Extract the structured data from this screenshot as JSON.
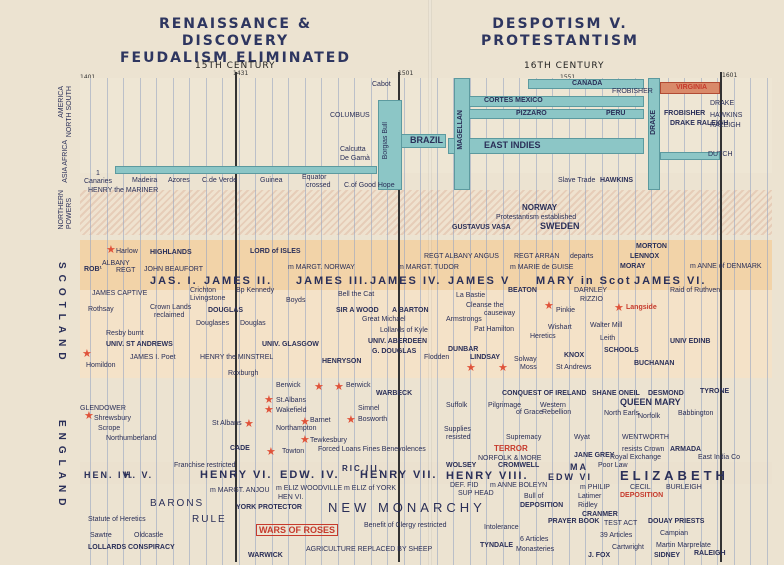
{
  "headers": {
    "left": "RENAISSANCE & DISCOVERY",
    "left2": "FEUDALISM ELIMINATED",
    "right": "DESPOTISM V.",
    "right2": "PROTESTANTISM"
  },
  "centuries": {
    "c15": "15TH CENTURY",
    "c16": "16TH CENTURY"
  },
  "years": [
    "1401",
    "1431",
    "1501",
    "1551",
    "1601"
  ],
  "side": {
    "america": "AMERICA",
    "northsouth": "NORTH SOUTH",
    "asia": "ASIA AFRICA",
    "northern": "NORTHERN",
    "powers": "POWERS",
    "scotland": "SCOTLAND",
    "england": "ENGLAND"
  },
  "discovery": {
    "cabot": "Cabot",
    "canada": "CANADA",
    "frobisher": "FROBISHER",
    "virginia": "VIRGINIA",
    "drake": "DRAKE",
    "hawkins": "HAWKINS",
    "raleigh": "RALEIGH",
    "columbus": "COLUMBUS",
    "cortes": "CORTES MEXICO",
    "pizzaro": "PIZZARO",
    "peru": "PERU",
    "frobisher_hawkins": "FROBISHER",
    "drake2": "DRAKE RALEIGH",
    "calcutta": "Calcutta",
    "degama": "De Gamà",
    "borgias": "Borgias Bull",
    "brazil": "BRAZIL",
    "magellan": "MAGELLAN",
    "eastindies": "EAST INDIES",
    "dutch": "DUTCH",
    "drakeside": "DRAKE",
    "canaries": "Canaries",
    "henry_mariner": "HENRY the MARINER",
    "madeira": "Madeira",
    "azores": "Azores",
    "cdeverde": "C.de Verde",
    "guinea": "Guinea",
    "equator": "Equator",
    "crossed": "crossed",
    "cofgood": "C.of Good Hope",
    "slavetrade": "Slave Trade",
    "hawkins2": "HAWKINS",
    "one": "1"
  },
  "northern": {
    "norway": "NORWAY",
    "protestantism": "Protestantism established",
    "gustavus": "GUSTAVUS VASA",
    "sweden": "SWEDEN"
  },
  "scotland": {
    "harlow": "Harlow",
    "highlands": "HIGHLANDS",
    "lordofisles": "LORD of ISLES",
    "albany": "ALBANY",
    "regt": "REGT",
    "johnbeaufort": "JOHN BEAUFORT",
    "robt": "ROB¹",
    "regtalbany": "REGT ALBANY",
    "angus": "ANGUS",
    "regtarran": "REGT ARRAN",
    "departs": "departs",
    "morton": "MORTON",
    "lennox": "LENNOX",
    "moray": "MORAY",
    "anneofdenmark": "m ANNE of DENMARK",
    "jas1": "JAS. I.",
    "james2": "JAMES II.",
    "james3": "JAMES III.",
    "james4": "JAMES IV.",
    "james5": "JAMES V",
    "mary": "MARY in Scot",
    "james6": "JAMES VI.",
    "margtnorway": "m MARGT. NORWAY",
    "margttudor": "m MARGT. TUDOR",
    "mariedeguise": "m MARIE de GUISE",
    "jamescaptive": "JAMES CAPTIVE",
    "crichton": "Crichton",
    "livingstone": "Livingstone",
    "bpkennedy": "Bp Kennedy",
    "bellthecat": "Bell the Cat",
    "boyds": "Boyds",
    "beaton": "BEATON",
    "darnley": "DARNLEY",
    "rizzio": "RIZZIO",
    "raidofruthven": "Raid of Ruthven",
    "rothsay": "Rothsay",
    "crownlands": "Crown Lands",
    "reclaimed": "reclaimed",
    "douglas": "DOUGLAS",
    "douglases": "Douglases",
    "douglas2": "Douglas",
    "sirawood": "SIR A WOOD",
    "abarton": "A BARTON",
    "greatmichael": "Great Michael",
    "labastie": "La Bastie",
    "cleanse": "Cleanse the",
    "causeway": "causeway",
    "armstrongs": "Armstrongs",
    "pinkie": "Pinkie",
    "langside": "Langside",
    "resbyburnt": "Resby burnt",
    "univstandrews": "UNIV. ST ANDREWS",
    "univglasgow": "UNIV. GLASGOW",
    "univaberdeen": "UNIV. ABERDEEN",
    "univedinb": "UNIV EDINB",
    "lollards": "Lollards of Kyle",
    "pathamilton": "Pat Hamilton",
    "heretics": "Heretics",
    "wishart": "Wishart",
    "waltermill": "Walter Mill",
    "leith": "Leith",
    "schools": "SCHOOLS",
    "james1poet": "JAMES I. Poet",
    "henryminstrel": "HENRY the MINSTREL",
    "henryson": "HENRYSON",
    "gdouglas": "G. DOUGLAS",
    "dunbar": "DUNBAR",
    "lindsay": "LINDSAY",
    "knox": "KNOX",
    "buchanan": "BUCHANAN",
    "solway": "Solway",
    "moss": "Moss",
    "standrews": "St Andrews",
    "flodden": "Flodden",
    "homildon": "Homildon",
    "roxburgh": "Roxburgh"
  },
  "england": {
    "glendower": "GLENDOWER",
    "shrewsbury": "Shrewsbury",
    "scrope": "Scrope",
    "northumberland": "Northumberland",
    "berwick": "Berwick",
    "berwick2": "Berwick",
    "warbeck": "WARBECK",
    "stalbans": "St.Albans",
    "stalbans2": "St Albans",
    "wakefield": "Wakefield",
    "barnet": "Barnet",
    "northampton": "Northampton",
    "tewkesbury": "Tewkesbury",
    "simnel": "Simnel",
    "bosworth": "Bosworth",
    "towton": "Towton",
    "cade": "CADE",
    "suffolk": "Suffolk",
    "pilgrimage": "Pilgrimage",
    "ofgrace": "of Grace",
    "western": "Western",
    "rebellion": "Rebellion",
    "conquestireland": "CONQUEST OF IRELAND",
    "shaneoneil": "SHANE ONEIL",
    "desmond": "DESMOND",
    "tyrone": "TYRONE",
    "queenmary": "QUEEN MARY",
    "northearls": "North Earls",
    "norfolk": "Norfolk",
    "babbington": "Babbington",
    "armada": "ARMADA",
    "supplies": "Supplies",
    "resisted": "resisted",
    "supremacy": "Supremacy",
    "terror": "TERROR",
    "wyat": "Wyat",
    "wentworth": "WENTWORTH",
    "resistscrown": "resists Crown",
    "eastindiaco": "East India Co",
    "franchise": "Franchise restricted",
    "forcedloans": "Forced Loans Fines Benevolences",
    "norfolkmore": "NORFOLK & MORE",
    "wolsey": "WOLSEY",
    "cromwell": "CROMWELL",
    "janegrey": "JANE GREY",
    "poorlaw": "Poor Law",
    "royalexchange": "Royal Exchange",
    "henry4": "HEN. IV.",
    "henry5": "H. V.",
    "henry6": "HENRY VI.",
    "edw4": "EDW. IV.",
    "ric3": "RIC.III.",
    "henry7": "HENRY VII.",
    "henry8": "HENRY VIII.",
    "edw6": "EDW VI",
    "ma": "MA",
    "elizabeth": "ELIZABETH",
    "margtanjou": "m MARGT. ANJOU",
    "elizwoodville": "m ELIZ WOODVILLE",
    "elizofyork": "m ELIZ of YORK",
    "annaboleyn": "m ANNE BOLEYN",
    "defidei": "DEF. FID",
    "suphead": "SUP HEAD",
    "bullofdeposition": "Bull of",
    "deposition": "DEPOSITION",
    "latimer": "Latimer",
    "ridley": "Ridley",
    "cranmer": "CRANMER",
    "deposition2": "DEPOSITION",
    "philip": "m PHILIP",
    "cecil": "CECIL",
    "burleigh": "BURLEIGH",
    "hen6": "HEN VI.",
    "yorkprotector": "YORK PROTECTOR",
    "barons": "BARONS",
    "rule": "RULE",
    "newmonarchy": "NEW MONARCHY",
    "statuteheretics": "Statute of Heretics",
    "sawtre": "Sawtre",
    "oldcastle": "Oldcastle",
    "lollards": "LOLLARDS",
    "conspiracy": "CONSPIRACY",
    "warsofroses": "WARS OF ROSES",
    "clergy": "Benefit of Clergy restricted",
    "intolerance": "Intolerance",
    "prayerbook": "PRAYER BOOK",
    "testact": "TEST ACT",
    "douaypriests": "DOUAY PRIESTS",
    "campian": "Campian",
    "articles": "39 Articles",
    "warwick": "WARWICK",
    "agriculture": "AGRICULTURE REPLACED BY SHEEP",
    "tyndale": "TYNDALE",
    "monasteries": "Monasteries",
    "jfox": "J. FOX",
    "cartwright": "Cartwright",
    "martin": "Martin Marprelate",
    "sidney": "SIDNEY",
    "raleigh": "RALEIGH",
    "six": "6 Articles"
  }
}
